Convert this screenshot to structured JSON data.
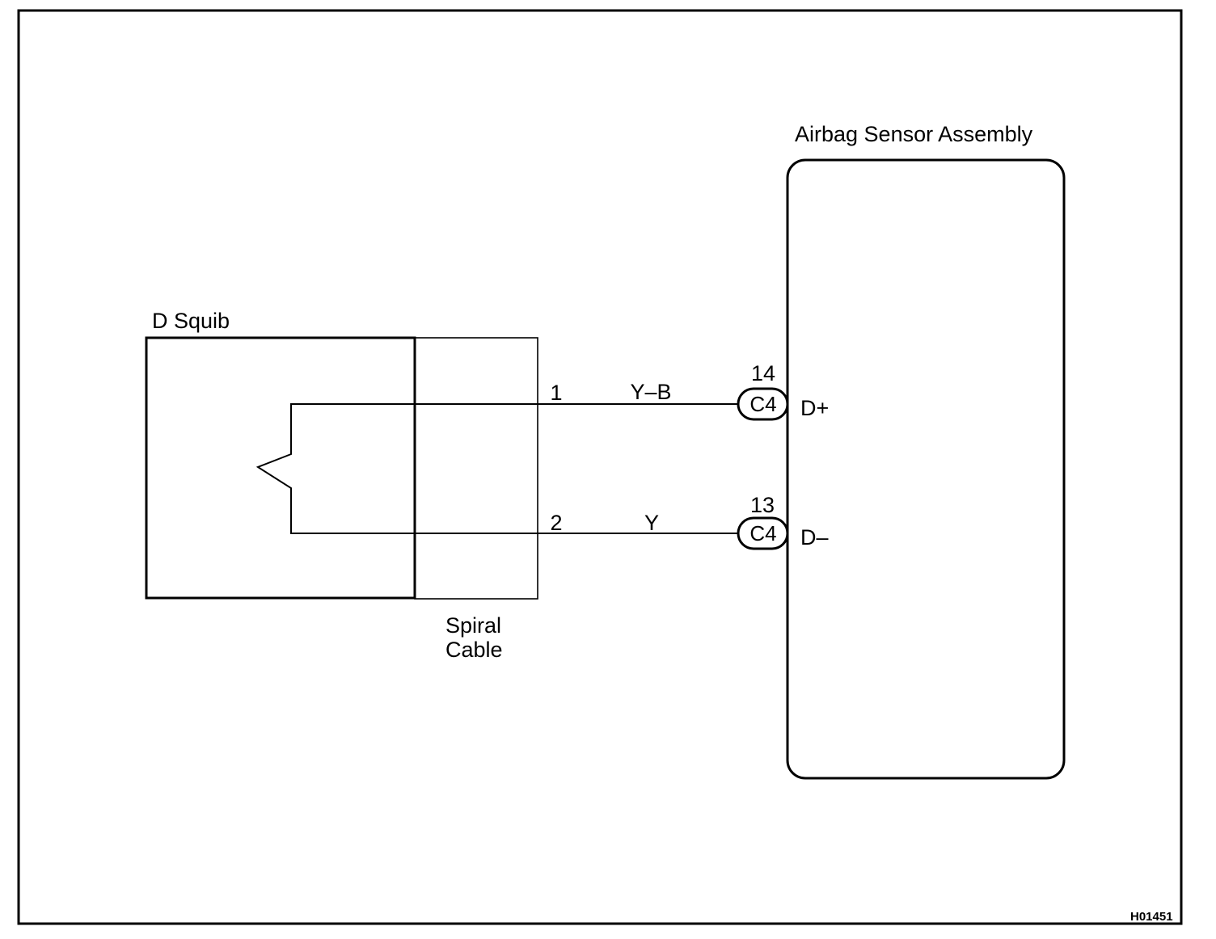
{
  "sensor": {
    "label": "Airbag Sensor Assembly"
  },
  "squib": {
    "label": "D Squib"
  },
  "spiral_cable": {
    "label_line1": "Spiral",
    "label_line2": "Cable"
  },
  "wires": [
    {
      "pin": "1",
      "color_code": "Y–B"
    },
    {
      "pin": "2",
      "color_code": "Y"
    }
  ],
  "connectors": [
    {
      "code": "C4",
      "pin": "14",
      "terminal": "D+"
    },
    {
      "code": "C4",
      "pin": "13",
      "terminal": "D–"
    }
  ],
  "figure_id": "H01451"
}
